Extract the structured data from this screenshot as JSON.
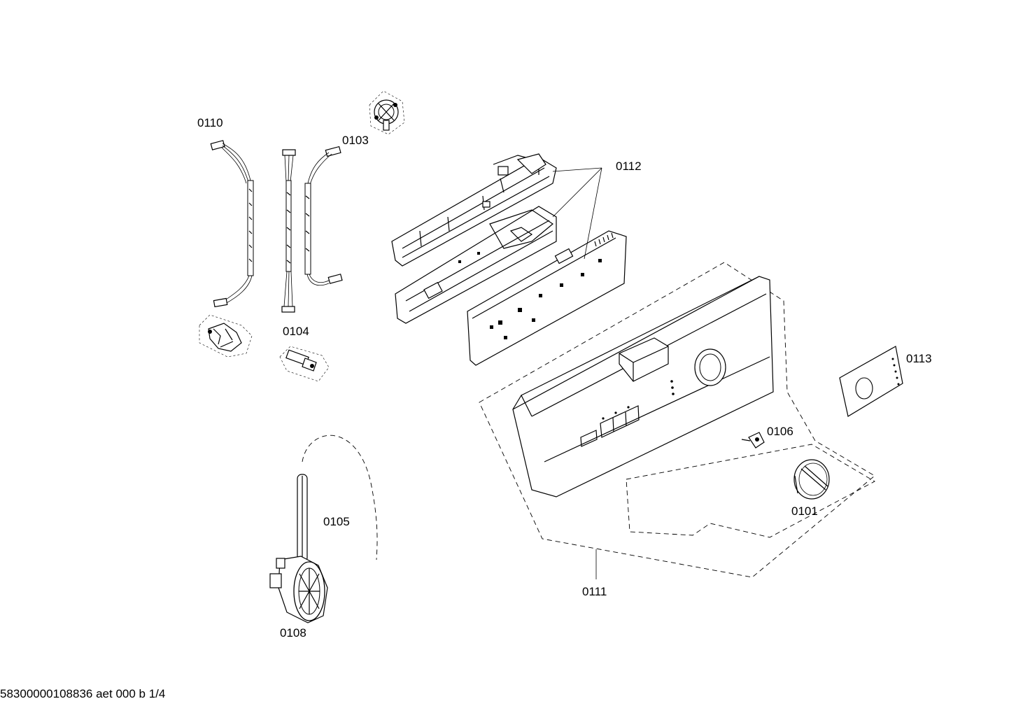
{
  "parts": [
    {
      "id": "p0110",
      "label": "0110"
    },
    {
      "id": "p0103",
      "label": "0103"
    },
    {
      "id": "p0112",
      "label": "0112"
    },
    {
      "id": "p0104",
      "label": "0104"
    },
    {
      "id": "p0113",
      "label": "0113"
    },
    {
      "id": "p0106",
      "label": "0106"
    },
    {
      "id": "p0101",
      "label": "0101"
    },
    {
      "id": "p0105",
      "label": "0105"
    },
    {
      "id": "p0111",
      "label": "0111"
    },
    {
      "id": "p0108",
      "label": "0108"
    }
  ],
  "footer": "58300000108836 aet 000 b 1/4"
}
